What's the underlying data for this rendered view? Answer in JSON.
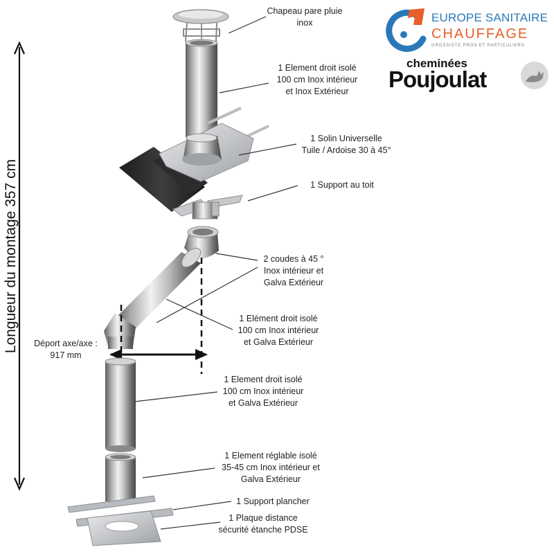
{
  "montage": {
    "height_label": "Longueur du montage  357 cm",
    "deport_label": [
      "Déport axe/axe :",
      "917 mm"
    ]
  },
  "components": [
    {
      "lines": [
        "Chapeau pare pluie",
        "inox"
      ]
    },
    {
      "lines": [
        "1 Element droit isolé",
        "100 cm Inox intérieur",
        "et Inox Extérieur"
      ]
    },
    {
      "lines": [
        "1 Solin Universelle",
        "Tuile / Ardoise 30 à 45°"
      ]
    },
    {
      "lines": [
        "1 Support au toit"
      ]
    },
    {
      "lines": [
        "2 coudes à 45 °",
        "Inox intérieur et",
        "Galva Extérieur"
      ]
    },
    {
      "lines": [
        "1 Elément droit isolé",
        "100 cm Inox intérieur",
        "et Galva Extérieur"
      ]
    },
    {
      "lines": [
        "1 Element droit isolé",
        "100 cm Inox intérieur",
        "et Galva Extérieur"
      ]
    },
    {
      "lines": [
        "1 Element réglable isolé",
        "35-45 cm Inox intérieur et",
        "Galva Extérieur"
      ]
    },
    {
      "lines": [
        "1 Support plancher"
      ]
    },
    {
      "lines": [
        "1 Plaque distance",
        "sécurité étanche PDSE"
      ]
    }
  ],
  "brand": {
    "line1": "EUROPE SANITAIRE",
    "line2": "CHAUFFAGE",
    "tagline": "GROSSISTE PROS ET PARTICULIERS",
    "maker_top": "cheminées",
    "maker_bottom": "Poujoulat",
    "colors": {
      "blue": "#2b78b8",
      "orange": "#e85d2a",
      "dark": "#111111",
      "grey": "#8a8a8a"
    }
  }
}
